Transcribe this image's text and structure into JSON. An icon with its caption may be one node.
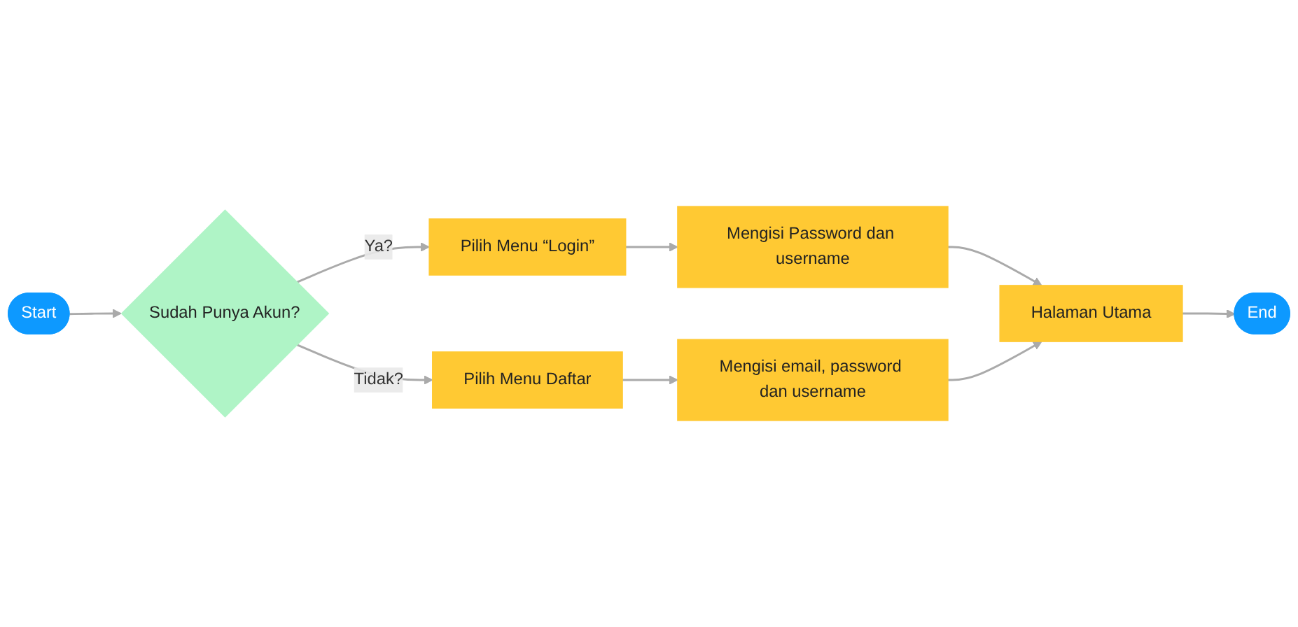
{
  "diagram": {
    "nodes": [
      {
        "text": [
          "Start"
        ]
      },
      {
        "text": [
          "Sudah Punya Akun?"
        ]
      },
      {
        "text": [
          "Pilih Menu “Login”"
        ]
      },
      {
        "text": [
          "Mengisi Password dan username"
        ]
      },
      {
        "text": [
          "Pilih Menu Daftar"
        ]
      },
      {
        "text": [
          "Mengisi email, password dan username"
        ]
      },
      {
        "text": [
          "Halaman Utama"
        ]
      },
      {
        "text": [
          "End"
        ]
      }
    ],
    "edges": [
      {
        "from": 0,
        "to": 1,
        "arrow": "to"
      },
      {
        "from": 1,
        "to": 2,
        "arrow": "to",
        "label": "Ya?"
      },
      {
        "from": 2,
        "to": 3,
        "arrow": "to"
      },
      {
        "from": 3,
        "to": 6,
        "arrow": "to"
      },
      {
        "from": 1,
        "to": 4,
        "arrow": "to",
        "label": "Tidak?"
      },
      {
        "from": 4,
        "to": 5,
        "arrow": "to"
      },
      {
        "from": 5,
        "to": 6,
        "arrow": "to"
      },
      {
        "from": 6,
        "to": 7,
        "arrow": "to"
      }
    ]
  }
}
